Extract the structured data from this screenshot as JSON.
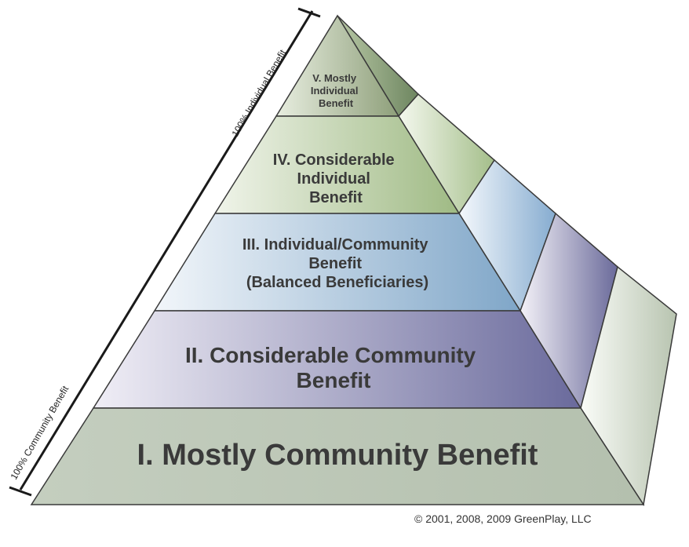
{
  "pyramid": {
    "axis": {
      "top_label": "100% Individual Benefit",
      "bottom_label": "100% Community Benefit"
    },
    "tiers": [
      {
        "lines": [
          "V. Mostly",
          "Individual",
          "Benefit"
        ],
        "color": "#9aab84"
      },
      {
        "lines": [
          "IV. Considerable",
          "Individual",
          "Benefit"
        ],
        "color": "#a8c08e"
      },
      {
        "lines": [
          "III. Individual/Community",
          "Benefit",
          "(Balanced Beneficiaries)"
        ],
        "color": "#8fb0cc"
      },
      {
        "lines": [
          "II. Considerable Community",
          "Benefit"
        ],
        "color": "#7a7aa8"
      },
      {
        "lines": [
          "I. Mostly Community Benefit"
        ],
        "color": "#bcc8b6"
      }
    ]
  },
  "copyright": "© 2001, 2008, 2009 GreenPlay, LLC"
}
